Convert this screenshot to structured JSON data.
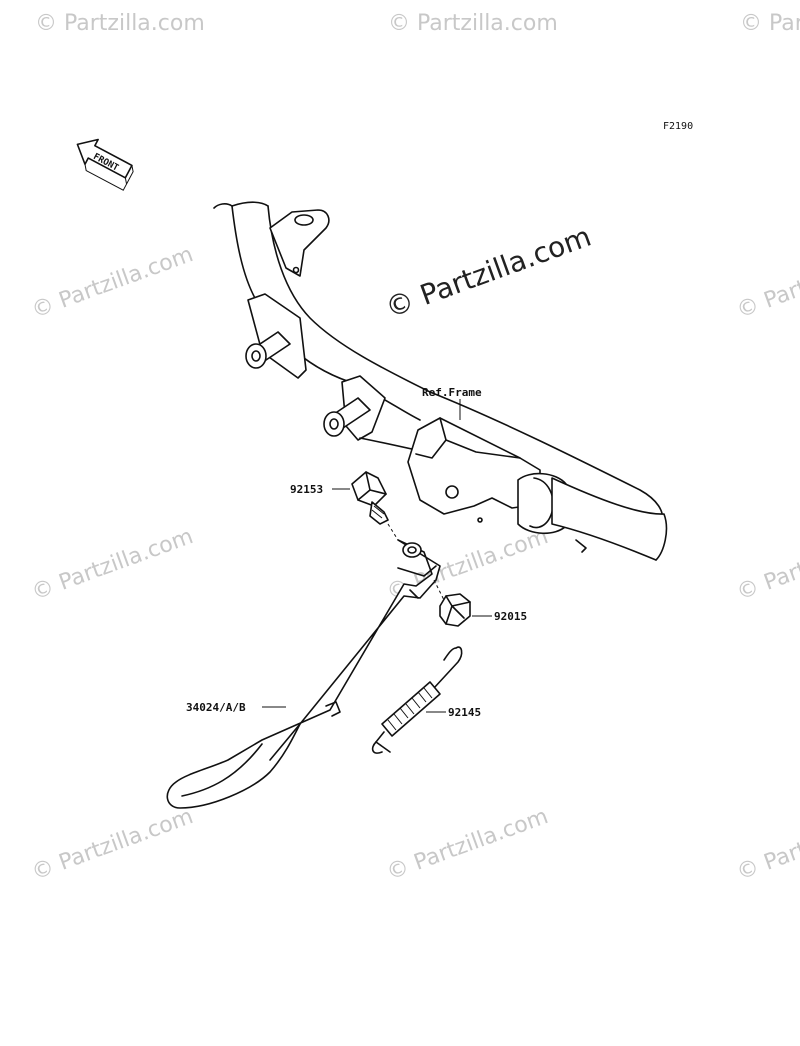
{
  "diagram_code": "F2190",
  "front_label": "FRONT",
  "ref_frame_label": "Ref.Frame",
  "watermark_text": "© Partzilla.com",
  "parts": [
    {
      "number": "92153"
    },
    {
      "number": "92015"
    },
    {
      "number": "34024/A/B"
    },
    {
      "number": "92145"
    }
  ]
}
